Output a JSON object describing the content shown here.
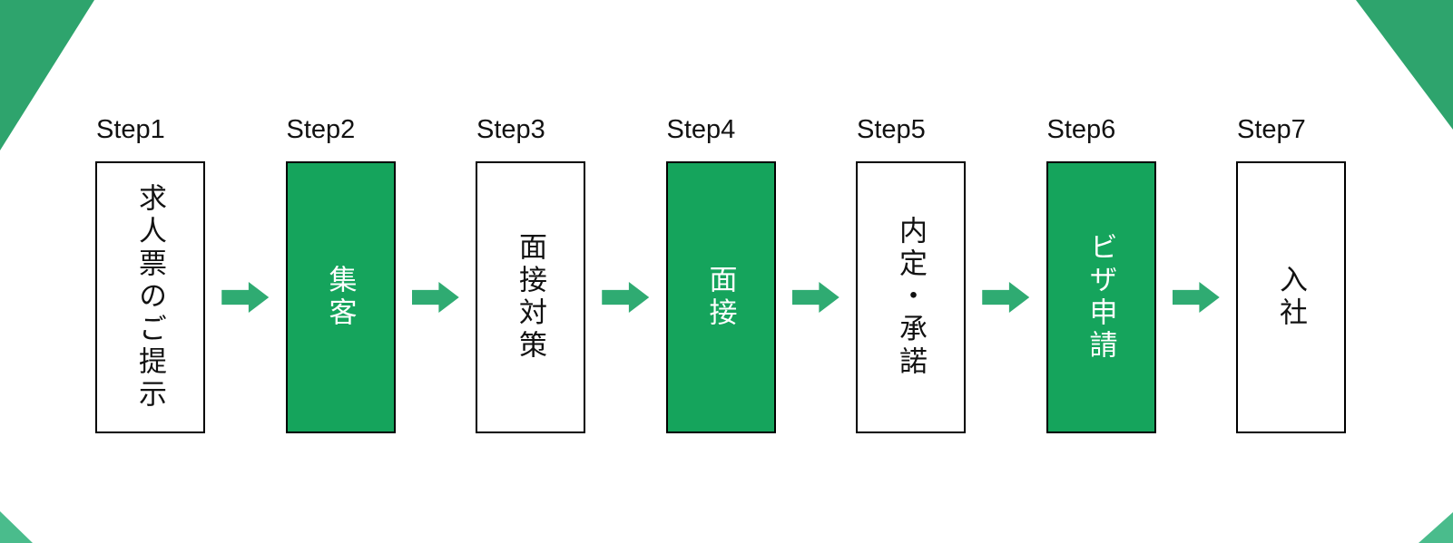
{
  "diagram": {
    "steps": [
      {
        "label": "Step1",
        "text": "求人票のご提示",
        "highlighted": false
      },
      {
        "label": "Step2",
        "text": "集客",
        "highlighted": true
      },
      {
        "label": "Step3",
        "text": "面接対策",
        "highlighted": false
      },
      {
        "label": "Step4",
        "text": "面接",
        "highlighted": true
      },
      {
        "label": "Step5",
        "text": "内定・承諾",
        "highlighted": false
      },
      {
        "label": "Step6",
        "text": "ビザ申請",
        "highlighted": true
      },
      {
        "label": "Step7",
        "text": "入社",
        "highlighted": false
      }
    ],
    "arrow_icon": "right-block-arrow",
    "colors": {
      "green_box": "#15a45c",
      "green_arrow": "#2fab72",
      "green_corner": "#2ea46d",
      "green_corner_light": "#4abc8c",
      "box_border": "#000000",
      "text_on_green": "#ffffff",
      "text_on_white": "#111111"
    }
  }
}
